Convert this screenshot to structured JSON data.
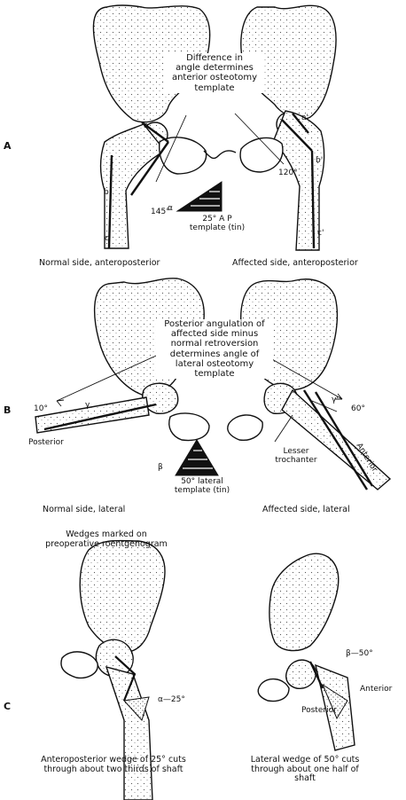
{
  "panels": {
    "a": "A",
    "b": "B",
    "c": "C"
  },
  "panel_a": {
    "callout": "Difference in\nangle determines\nanterior osteotomy\ntemplate",
    "angle_normal": "145°",
    "angle_affected": "120°",
    "template_label": "25° A P\ntemplate (tin)",
    "alpha": "α",
    "letter_a": "a",
    "letter_b": "b",
    "letter_c": "c",
    "letter_a2": "a'",
    "letter_b2": "b'",
    "letter_c2": "c'",
    "caption_normal": "Normal side, anteroposterior",
    "caption_affected": "Affected side, anteroposterior"
  },
  "panel_b": {
    "callout": "Posterior angulation of\naffected side minus\nnormal retroversion\ndetermines angle of\nlateral osteotomy\ntemplate",
    "angle_normal": "10°",
    "angle_affected": "60°",
    "gamma": "γ",
    "gamma2": "γ'",
    "posterior": "Posterior",
    "anterior": "Anterior",
    "lesser_trochanter": "Lesser\ntrochanter",
    "beta": "β",
    "template_label": "50° lateral\ntemplate (tin)",
    "caption_normal": "Normal side, lateral",
    "caption_affected": "Affected side, lateral"
  },
  "panel_c": {
    "header": "Wedges marked on\npreoperative roentgenogram",
    "alpha_label": "α—25°",
    "beta_label": "β—50°",
    "anterior": "Anterior",
    "posterior": "Posterior",
    "caption_left": "Anteroposterior wedge of 25° cuts\nthrough about two thirds of shaft",
    "caption_right": "Lateral wedge of 50° cuts\nthrough about one half of\nshaft"
  }
}
